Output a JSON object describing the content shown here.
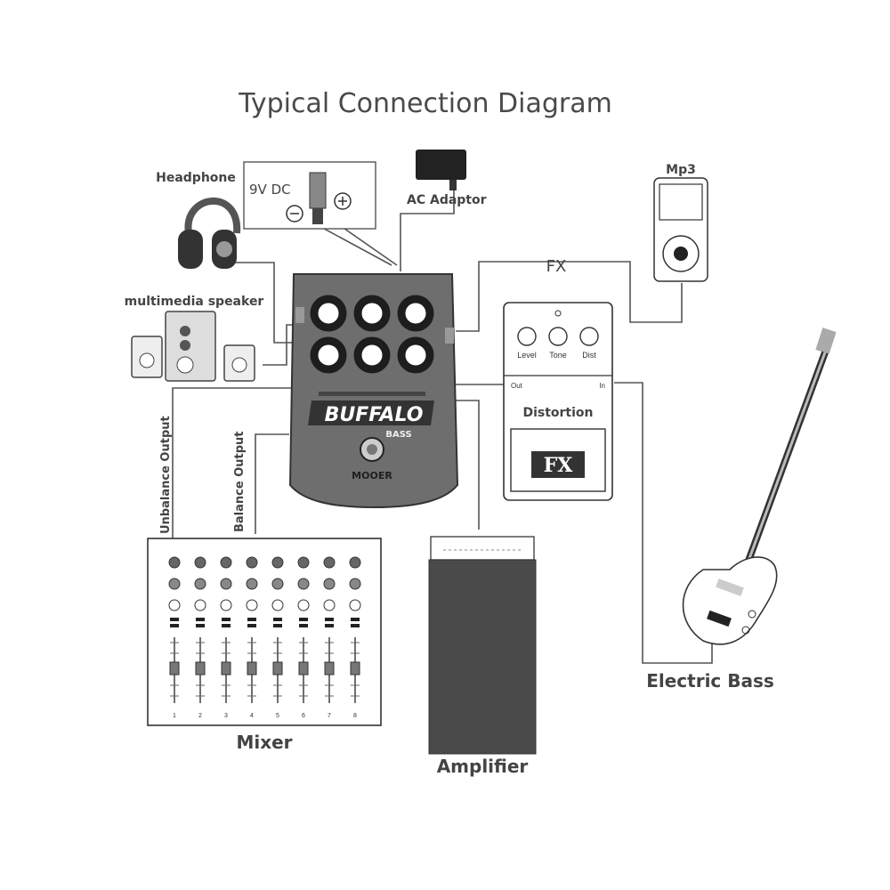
{
  "title": "Typical Connection Diagram",
  "labels": {
    "headphone": "Headphone",
    "nine_v_dc": "9V DC",
    "ac_adaptor": "AC Adaptor",
    "mp3": "Mp3",
    "fx_line": "FX",
    "multimedia_speaker": "multimedia speaker",
    "unbalance_output": "Unbalance Output",
    "balance_output": "Balance Output",
    "mixer": "Mixer",
    "amplifier": "Amplifier",
    "electric_bass": "Electric Bass"
  },
  "pedal": {
    "brand": "BUFFALO",
    "model": "BASS",
    "maker": "MOOER"
  },
  "distortion_pedal": {
    "knobs": [
      "Level",
      "Tone",
      "Dist"
    ],
    "name": "Distortion",
    "badge": "FX",
    "out_jack": "Out",
    "in_jack": "In"
  },
  "mixer_channels": [
    "1",
    "2",
    "3",
    "4",
    "5",
    "6",
    "7",
    "8"
  ],
  "colors": {
    "pedal_body": "#6e6e6e",
    "line": "#555555",
    "amplifier": "#4a4a4a"
  },
  "icons": [
    "headphone-icon",
    "speaker-icon",
    "ac-adaptor-icon",
    "mp3-player-icon",
    "bass-guitar-icon",
    "mixer-icon",
    "amplifier-icon"
  ]
}
